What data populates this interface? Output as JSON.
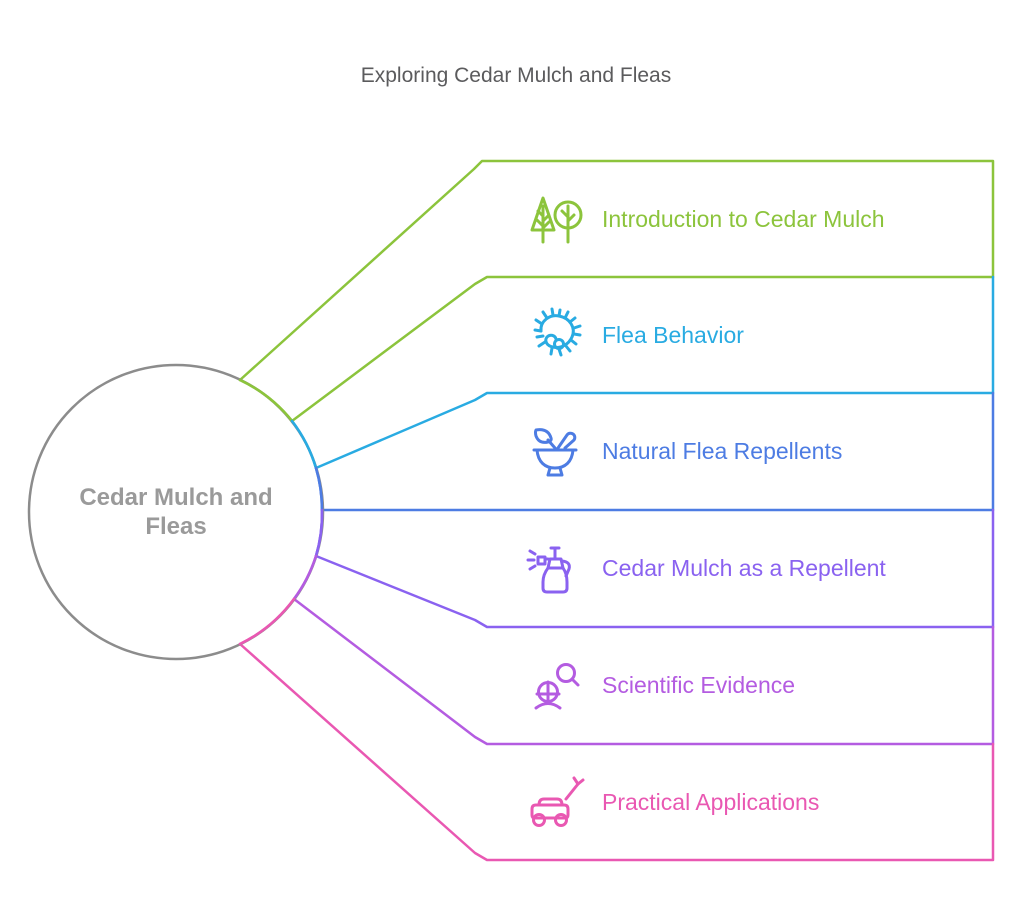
{
  "title": "Exploring Cedar Mulch and Fleas",
  "center": {
    "line1": "Cedar Mulch and",
    "line2": "Fleas"
  },
  "items": [
    {
      "label": "Introduction to Cedar Mulch",
      "color": "#8CC43C",
      "icon": "trees-icon"
    },
    {
      "label": "Flea Behavior",
      "color": "#29ABE2",
      "icon": "flea-icon"
    },
    {
      "label": "Natural Flea Repellents",
      "color": "#4D7CE3",
      "icon": "mortar-pestle-icon"
    },
    {
      "label": "Cedar Mulch as a Repellent",
      "color": "#8A62F0",
      "icon": "spray-bottle-icon"
    },
    {
      "label": "Scientific Evidence",
      "color": "#B45CE1",
      "icon": "scientist-magnifier-icon"
    },
    {
      "label": "Practical Applications",
      "color": "#E958B2",
      "icon": "lawn-mower-icon"
    }
  ],
  "colors": {
    "title": "#5B5B5D",
    "circle_stroke": "#8C8C8C",
    "center_text": "#9A9A9A",
    "background": "#FFFFFF"
  }
}
